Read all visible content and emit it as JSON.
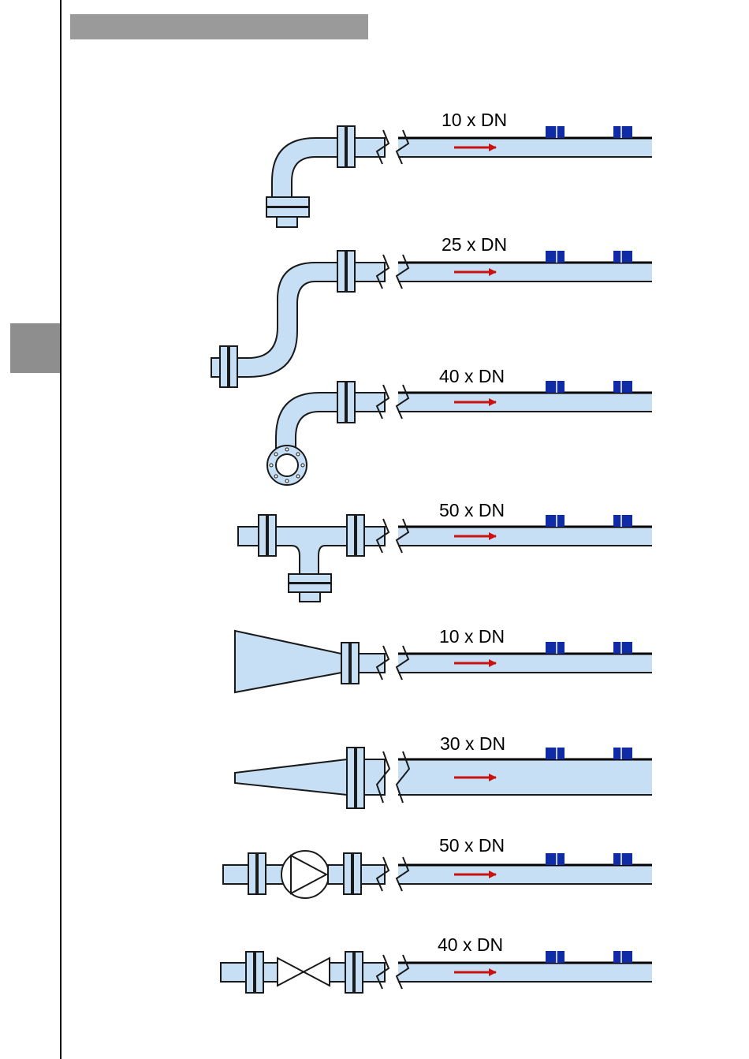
{
  "colors": {
    "pipe_fill": "#c6dff5",
    "pipe_stroke": "#1a1a1a",
    "flow_arrow": "#cc1111",
    "sensor": "#0f2ba6",
    "header_bar": "#9a9a9a",
    "side_tab": "#8e8e8e"
  },
  "diagram": {
    "rows": [
      {
        "fitting": "90-degree elbow",
        "distance_label": "10 x DN"
      },
      {
        "fitting": "double elbow, out of plane",
        "distance_label": "25 x DN"
      },
      {
        "fitting": "elbow, downward",
        "distance_label": "40 x DN"
      },
      {
        "fitting": "t-piece",
        "distance_label": "50 x DN"
      },
      {
        "fitting": "diffuser",
        "distance_label": "10 x DN"
      },
      {
        "fitting": "reducer",
        "distance_label": "30 x DN"
      },
      {
        "fitting": "pump",
        "distance_label": "50 x DN"
      },
      {
        "fitting": "valve",
        "distance_label": "40 x DN"
      }
    ]
  }
}
